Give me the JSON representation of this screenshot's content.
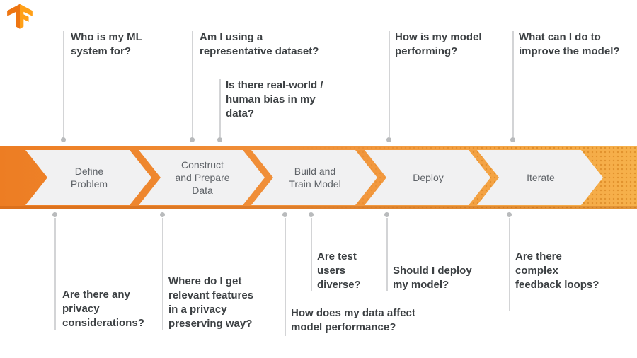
{
  "brand": {
    "logo": "tensorflow-logo",
    "logo_color_dark": "#ee7511",
    "logo_color_light": "#ffa018"
  },
  "banner": {
    "colors": {
      "gradient_left": "#ed7d23",
      "gradient_right": "#f6b14b",
      "chevron_fill": "#f1f1f2",
      "chevron_text": "#5f6368"
    },
    "stages": [
      {
        "label": "Define\nProblem"
      },
      {
        "label": "Construct\nand Prepare\nData"
      },
      {
        "label": "Build and\nTrain Model"
      },
      {
        "label": "Deploy"
      },
      {
        "label": "Iterate"
      }
    ]
  },
  "connector": {
    "line_color": "#d3d4d6",
    "dot_color": "#b9bbbd"
  },
  "questions": {
    "text_color": "#3c4043",
    "top": [
      {
        "text": "Who is my ML\nsystem for?"
      },
      {
        "text": "Am I using a\nrepresentative dataset?"
      },
      {
        "text": "Is there real-world /\nhuman bias in my\ndata?"
      },
      {
        "text": "How is my model\nperforming?"
      },
      {
        "text": "What can I do to\nimprove the model?"
      }
    ],
    "bottom": [
      {
        "text": "Are there any\nprivacy\nconsiderations?"
      },
      {
        "text": "Where do I get\nrelevant features\nin a privacy\npreserving way?"
      },
      {
        "text": "Are test\nusers\ndiverse?"
      },
      {
        "text": "Should I deploy\nmy model?"
      },
      {
        "text": "How does my data affect\nmodel performance?"
      },
      {
        "text": "Are there\ncomplex\nfeedback loops?"
      }
    ]
  }
}
